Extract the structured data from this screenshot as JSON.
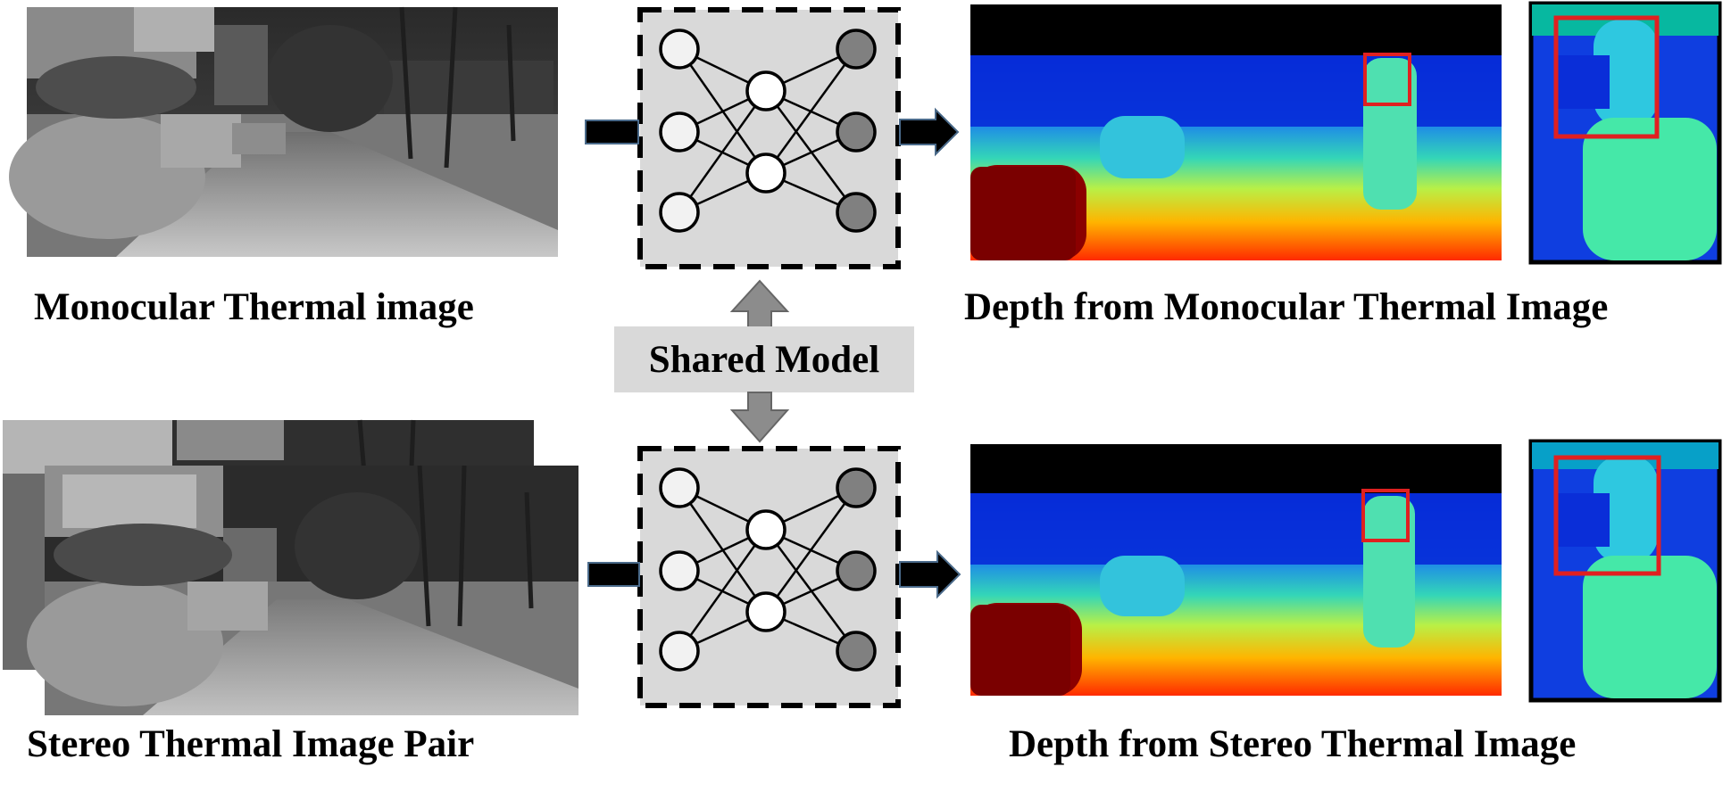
{
  "labels": {
    "mono_input": "Monocular Thermal image",
    "stereo_input": "Stereo Thermal Image Pair",
    "mono_output": "Depth from Monocular Thermal Image",
    "stereo_output": "Depth from Stereo Thermal Image",
    "shared_model": "Shared Model"
  },
  "colors": {
    "network_box": "#d9d9d9",
    "zoom_box": "#e02020",
    "arrow_fill": "#000000",
    "shared_arrow": "#8c8c8c"
  }
}
